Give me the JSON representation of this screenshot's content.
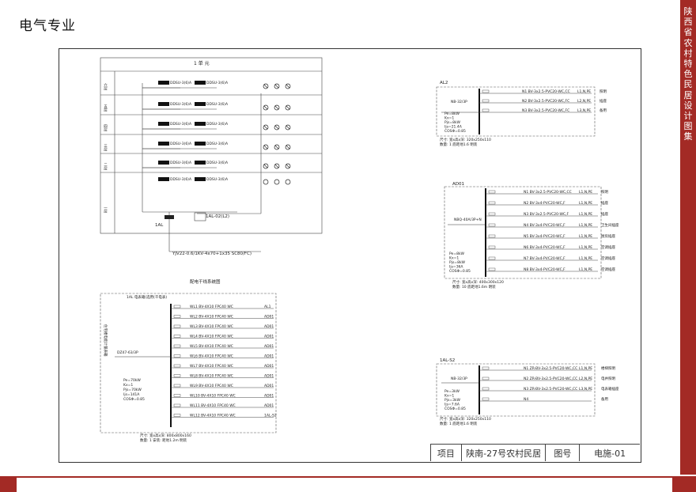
{
  "page": {
    "heading": "电气专业",
    "side_title": "陕西省农村特色民居设计图集"
  },
  "riser": {
    "unit_label": "1 单 元",
    "floors": [
      "六层",
      "五层",
      "四层",
      "三层",
      "二层",
      "一层"
    ],
    "meter_label": "DDSU-3(6)A",
    "box_label": "DDSU-3(6)A",
    "panel_label": "1AL",
    "branch_label": "1AL-02(L2)",
    "cable_label": "YJV22-0.6/1KV-4x70+1x35 SC80/FC)",
    "caption": "配电干线系统图"
  },
  "panel_1al": {
    "title": "1AL 电表箱(选用(千电表)",
    "side_text": "住宅楼电能计量表箱",
    "main_breaker": "DZ47-63/3P",
    "params": [
      "Pe=70kW",
      "Kx=1",
      "Pjs=70kW",
      "Ijs=141A",
      "COSΦ=0.85"
    ],
    "rows": [
      "WL1 BV-4X10 FPC40 WC",
      "WL2 BV-4X10 FPC40 WC",
      "WL3 BV-4X10 FPC40 WC",
      "WL4 BV-4X10 FPC40 WC",
      "WL5 BV-4X10 FPC40 WC",
      "WL6 BV-4X10 FPC40 WC",
      "WL7 BV-4X10 FPC40 WC",
      "WL8 BV-4X10 FPC40 WC",
      "WL9 BV-4X10 FPC40 WC",
      "WL10 BV-4X10 FPC40 WC",
      "WL11 BV-4X10 FPC40 WC",
      "WL12 BV-4X10 FPC40 WC"
    ],
    "ends": [
      "AL1",
      "AD01",
      "AD01",
      "AD01",
      "AD01",
      "AD01",
      "AD01",
      "AD01",
      "AD01",
      "AD01",
      "AD01",
      "1AL-S2"
    ],
    "footer1": "尺寸: 宽x高x深: 800x800x160",
    "footer2": "数量: 1  安装: 距地1.2m 明装"
  },
  "panel_al2": {
    "title": "AL2",
    "breaker": "NB-32/3P",
    "params": [
      "Pe=8kW",
      "Kx=1",
      "Pjs=8kW",
      "Ijs=21.4A",
      "COSΦ=0.85"
    ],
    "rows": [
      "N1 BV-3x2.5-PVC20-WC,CC",
      "N2 BV-3x2.5-PVC20-WC,FC",
      "N3 BV-3x2.5-PVC20-WC,FC"
    ],
    "phases": [
      "L1,N,PE",
      "L2,N,PE",
      "L3,N,PE"
    ],
    "uses": [
      "照明",
      "插座",
      "备用"
    ],
    "footer1": "尺寸: 宽x高x深: 320x250x110",
    "footer2": "数量: 1  底距地1.6 明装"
  },
  "panel_ad01": {
    "title": "AD01",
    "breaker": "NBQ-40A/3P+N",
    "params": [
      "Pe=8kW",
      "Kx=1",
      "Pjs=8kW",
      "Ijs=36A",
      "COSΦ=0.85"
    ],
    "rows": [
      "N1 BV-3x2.5-PVC20-WC,CC",
      "N2 BV-3x4-PVC20-WC,F",
      "N3 BV-3x2.5-PVC20-WC,F",
      "N4 BV-3x4-PVC20-WC,F",
      "N5 BV-3x4-PVC20-WC,F",
      "N6 BV-3x4-PVC20-WC,F",
      "N7 BV-3x4-PVC20-WC,F",
      "N8 BV-3x4-PVC20-WC,F"
    ],
    "phases": [
      "L1,N,PE",
      "L1,N,PE",
      "L1,N,PE",
      "L1,N,PE",
      "L1,N,PE",
      "L1,N,PE",
      "L1,N,PE",
      "L1,N,PE"
    ],
    "uses": [
      "照明",
      "插座",
      "插座",
      "卫生间插座",
      "厨房插座",
      "空调插座",
      "空调插座",
      "空调插座"
    ],
    "footer1": "尺寸: 宽x高x深: 400x300x120",
    "footer2": "数量: 10  底距地1.6m 明装"
  },
  "panel_1als2": {
    "title": "1AL-S2",
    "breaker": "NB-32/3P",
    "params": [
      "Pe=3kW",
      "Kx=1",
      "Pjs=3kW",
      "Ijs=7.6A",
      "COSΦ=0.85"
    ],
    "rows": [
      "N1 ZR-BV-3x2.5-PVC20-WC,CC",
      "N2 ZR-BV-3x2.5-PVC20-WC,CC",
      "N3 ZR-BV-3x2.5-PVC20-WC,CC",
      "N4"
    ],
    "phases": [
      "L1,N,PE",
      "L2,N,PE",
      "L3,N,PE",
      ""
    ],
    "uses": [
      "楼梯照明",
      "电井照明",
      "电表箱插座",
      "备用"
    ],
    "footer1": "尺寸: 宽x高x深: 320x250x110",
    "footer2": "数量: 1  底距地1.6 明装"
  },
  "title_block": {
    "project_label": "项目",
    "project_value": "陕南-27号农村民居",
    "drawing_label": "图号",
    "drawing_value": "电施-01"
  }
}
